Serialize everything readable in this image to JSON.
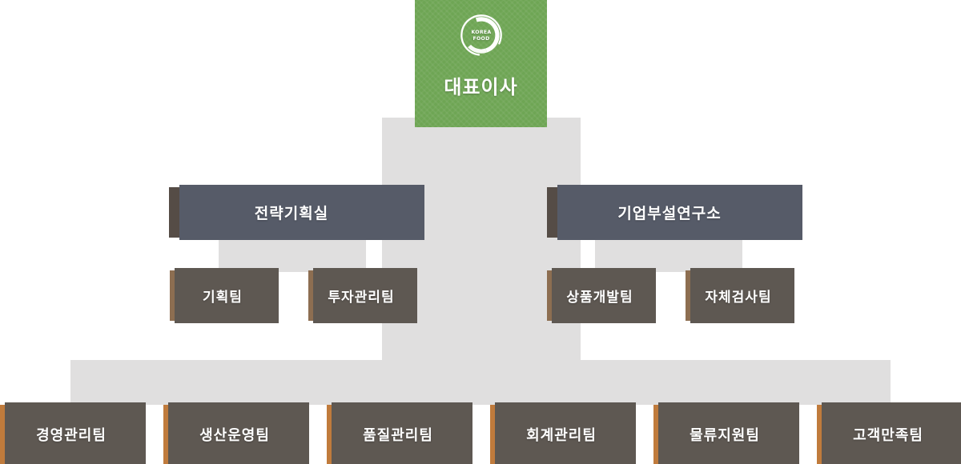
{
  "org_chart": {
    "logo": {
      "line1": "KOREA",
      "line2": "FOOD"
    },
    "root": {
      "label": "대표이사"
    },
    "level2": [
      {
        "label": "전략기획실"
      },
      {
        "label": "기업부설연구소"
      }
    ],
    "level3": [
      {
        "label": "기획팀"
      },
      {
        "label": "투자관리팀"
      },
      {
        "label": "상품개발팀"
      },
      {
        "label": "자체검사팀"
      }
    ],
    "level4": [
      {
        "label": "경영관리팀"
      },
      {
        "label": "생산운영팀"
      },
      {
        "label": "품질관리팀"
      },
      {
        "label": "회계관리팀"
      },
      {
        "label": "물류지원팀"
      },
      {
        "label": "고객만족팀"
      }
    ],
    "colors": {
      "root": "#6EA554",
      "office": "#554C46",
      "team": "#8D6E51",
      "department": "#C07B3C",
      "connector": "#E0DFDF",
      "backing": "#565B68",
      "backing_small": "#5E5852",
      "label": "#FFFFFF"
    }
  }
}
